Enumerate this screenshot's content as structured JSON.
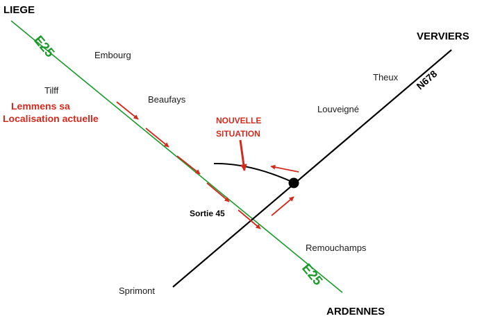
{
  "colors": {
    "highway": "#1a9a2a",
    "road": "#000000",
    "arrow": "#d42a1e",
    "highway_label": "#1a9a2a",
    "annotation": "#d42a1e"
  },
  "map": {
    "cities": {
      "liege": "LIEGE",
      "verviers": "VERVIERS",
      "ardennes": "ARDENNES"
    },
    "towns": {
      "embourg": "Embourg",
      "tilff": "Tilff",
      "beaufays": "Beaufays",
      "louveigne": "Louveigné",
      "theux": "Theux",
      "remouchamps": "Remouchamps",
      "sprimont": "Sprimont"
    },
    "roads": {
      "highway_top": "E25",
      "highway_bottom": "E25",
      "national": "N678"
    },
    "labels": {
      "lemmens_line1": "Lemmens sa",
      "lemmens_line2": "Localisation actuelle",
      "new_line1": "NOUVELLE",
      "new_line2": "SITUATION",
      "exit": "Sortie 45"
    },
    "icons": {
      "route_arrow": "arrow-icon",
      "location": "location-dot-icon"
    }
  }
}
